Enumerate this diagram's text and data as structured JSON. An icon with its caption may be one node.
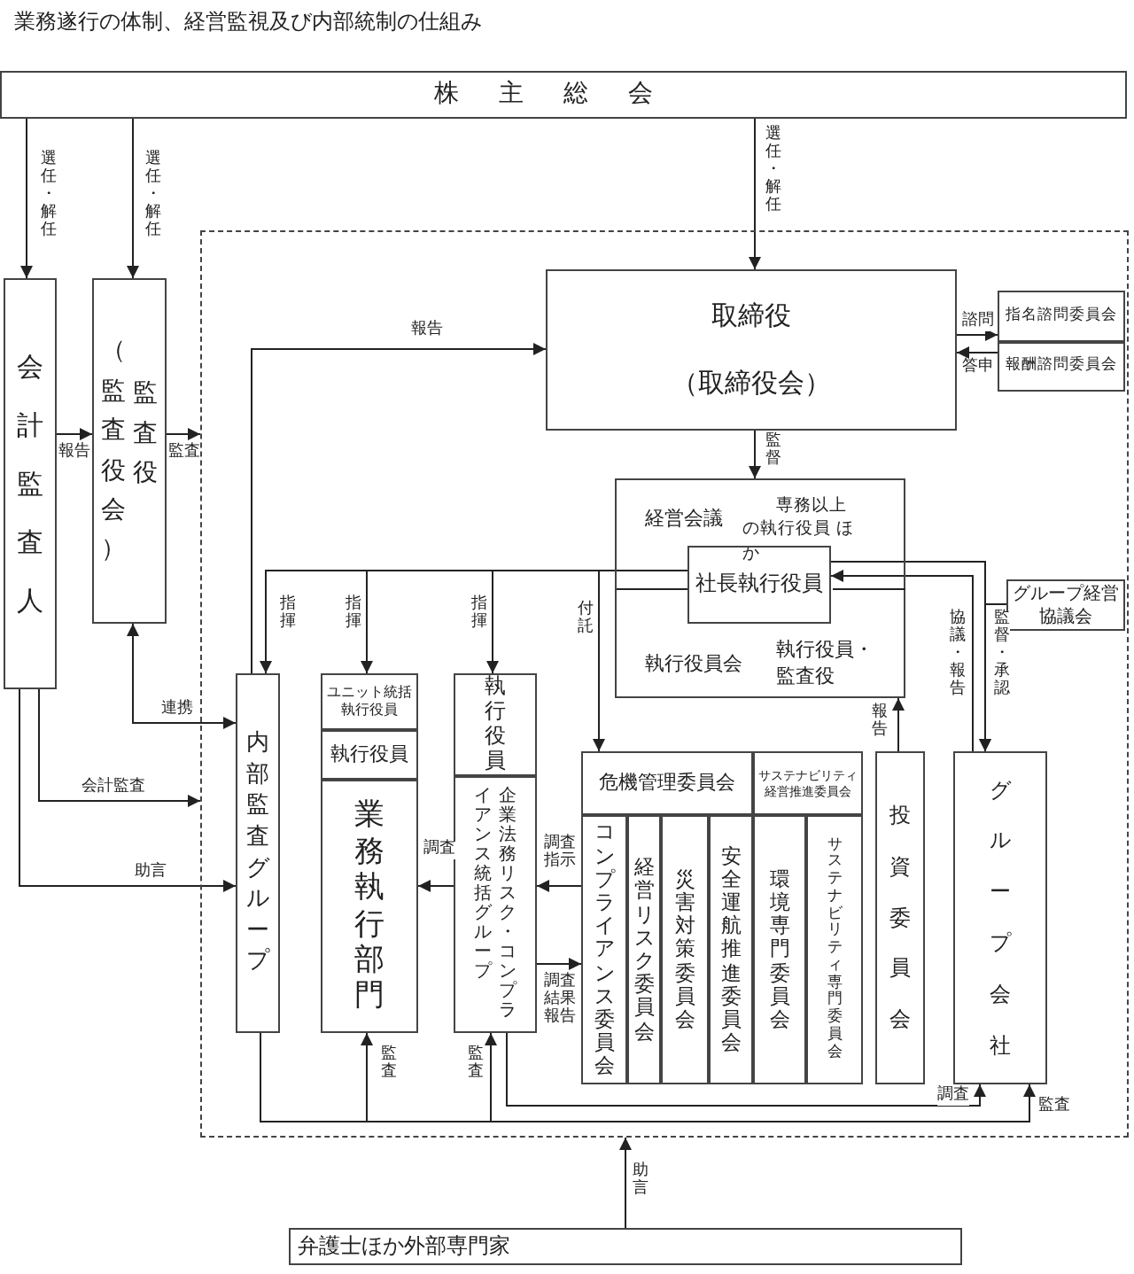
{
  "diagram": {
    "title": "業務遂行の体制、経営監視及び内部統制の仕組み",
    "nodes": [
      {
        "text": [
          "株主総会"
        ]
      },
      {
        "text": [
          "会計監査人"
        ]
      },
      {
        "text": [
          "（監査役会）",
          "監査役"
        ]
      },
      {
        "text": [],
        "shape": "box"
      },
      {
        "text": [
          "取締役",
          "（取締役会）"
        ],
        "in": 3
      },
      {
        "text": [
          "指名諮問委員会"
        ],
        "in": 3
      },
      {
        "text": [
          "報酬諮問委員会"
        ],
        "in": 3
      },
      {
        "text": [
          "経営会議",
          "専務以上の執行役員 ほか",
          "執行役員会",
          "執行役員・監査役"
        ],
        "in": 3
      },
      {
        "text": [
          "社長執行役員"
        ],
        "in": 7
      },
      {
        "text": [
          "グループ経営協議会"
        ],
        "in": 3
      },
      {
        "text": [
          "内部監査グループ"
        ],
        "in": 3
      },
      {
        "text": [
          "ユニット統括執行役員"
        ],
        "in": 3
      },
      {
        "text": [
          "執行役員"
        ],
        "in": 3
      },
      {
        "text": [
          "業務執行部門"
        ],
        "in": 3
      },
      {
        "text": [
          "執行役員"
        ],
        "in": 3
      },
      {
        "text": [
          "企業法務リスク・コンプライアンス統括グループ"
        ],
        "in": 3
      },
      {
        "text": [
          "危機管理委員会"
        ],
        "in": 3
      },
      {
        "text": [
          "コンプライアンス委員会"
        ],
        "in": 3
      },
      {
        "text": [
          "経営リスク委員会"
        ],
        "in": 3
      },
      {
        "text": [
          "災害対策委員会"
        ],
        "in": 3
      },
      {
        "text": [
          "安全運航推進委員会"
        ],
        "in": 3
      },
      {
        "text": [
          "サステナビリティ経営推進委員会"
        ],
        "in": 3
      },
      {
        "text": [
          "環境専門委員会"
        ],
        "in": 3
      },
      {
        "text": [
          "サステナビリティ専門委員会"
        ],
        "in": 3
      },
      {
        "text": [
          "投資委員会"
        ],
        "in": 3
      },
      {
        "text": [
          "グループ会社"
        ],
        "in": 3
      },
      {
        "text": [
          "弁護士ほか外部専門家"
        ]
      }
    ],
    "edges": [
      {
        "from": 0,
        "to": 1,
        "arrow": "to",
        "label": "選任・解任"
      },
      {
        "from": 0,
        "to": 2,
        "arrow": "to",
        "label": "選任・解任"
      },
      {
        "from": 0,
        "to": 4,
        "arrow": "to",
        "label": "選任・解任"
      },
      {
        "from": 1,
        "to": 2,
        "arrow": "to",
        "label": "報告"
      },
      {
        "from": 2,
        "to": 3,
        "arrow": "to",
        "label": "監査"
      },
      {
        "from": 10,
        "to": 4,
        "arrow": "to",
        "label": "報告"
      },
      {
        "from": 4,
        "to": 5,
        "arrow": "to",
        "label": "諮問"
      },
      {
        "from": 6,
        "to": 4,
        "arrow": "to",
        "label": "答申"
      },
      {
        "from": 4,
        "to": 7,
        "arrow": "to",
        "label": "監督"
      },
      {
        "from": 2,
        "to": 10,
        "arrow": "both",
        "label": "連携"
      },
      {
        "from": 1,
        "to": 3,
        "arrow": "to",
        "label": "会計監査"
      },
      {
        "from": 1,
        "to": 10,
        "arrow": "to",
        "label": "助言"
      },
      {
        "from": 8,
        "to": 10,
        "arrow": "to",
        "label": "指揮"
      },
      {
        "from": 8,
        "to": 11,
        "arrow": "to",
        "label": "指揮"
      },
      {
        "from": 8,
        "to": 14,
        "arrow": "to",
        "label": "指揮"
      },
      {
        "from": 8,
        "to": 16,
        "arrow": "to",
        "label": "付託"
      },
      {
        "from": 15,
        "to": 13,
        "arrow": "to",
        "label": "調査"
      },
      {
        "from": 17,
        "to": 15,
        "arrow": "to",
        "label": "調査指示"
      },
      {
        "from": 15,
        "to": 17,
        "arrow": "to",
        "label": "調査結果報告"
      },
      {
        "from": 24,
        "to": 7,
        "arrow": "to",
        "label": "報告"
      },
      {
        "from": 25,
        "to": 8,
        "arrow": "to",
        "label": "協議・報告"
      },
      {
        "from": 8,
        "to": 25,
        "arrow": "to",
        "label": "監督・承認"
      },
      {
        "from": 9,
        "to": 25,
        "arrow": "to"
      },
      {
        "from": 10,
        "to": 13,
        "arrow": "to",
        "label": "監査"
      },
      {
        "from": 10,
        "to": 15,
        "arrow": "to",
        "label": "監査"
      },
      {
        "from": 10,
        "to": 25,
        "arrow": "to",
        "label": "監査"
      },
      {
        "from": 15,
        "to": 25,
        "arrow": "to",
        "label": "調査"
      },
      {
        "from": 26,
        "to": 3,
        "arrow": "to",
        "label": "助言"
      }
    ]
  }
}
